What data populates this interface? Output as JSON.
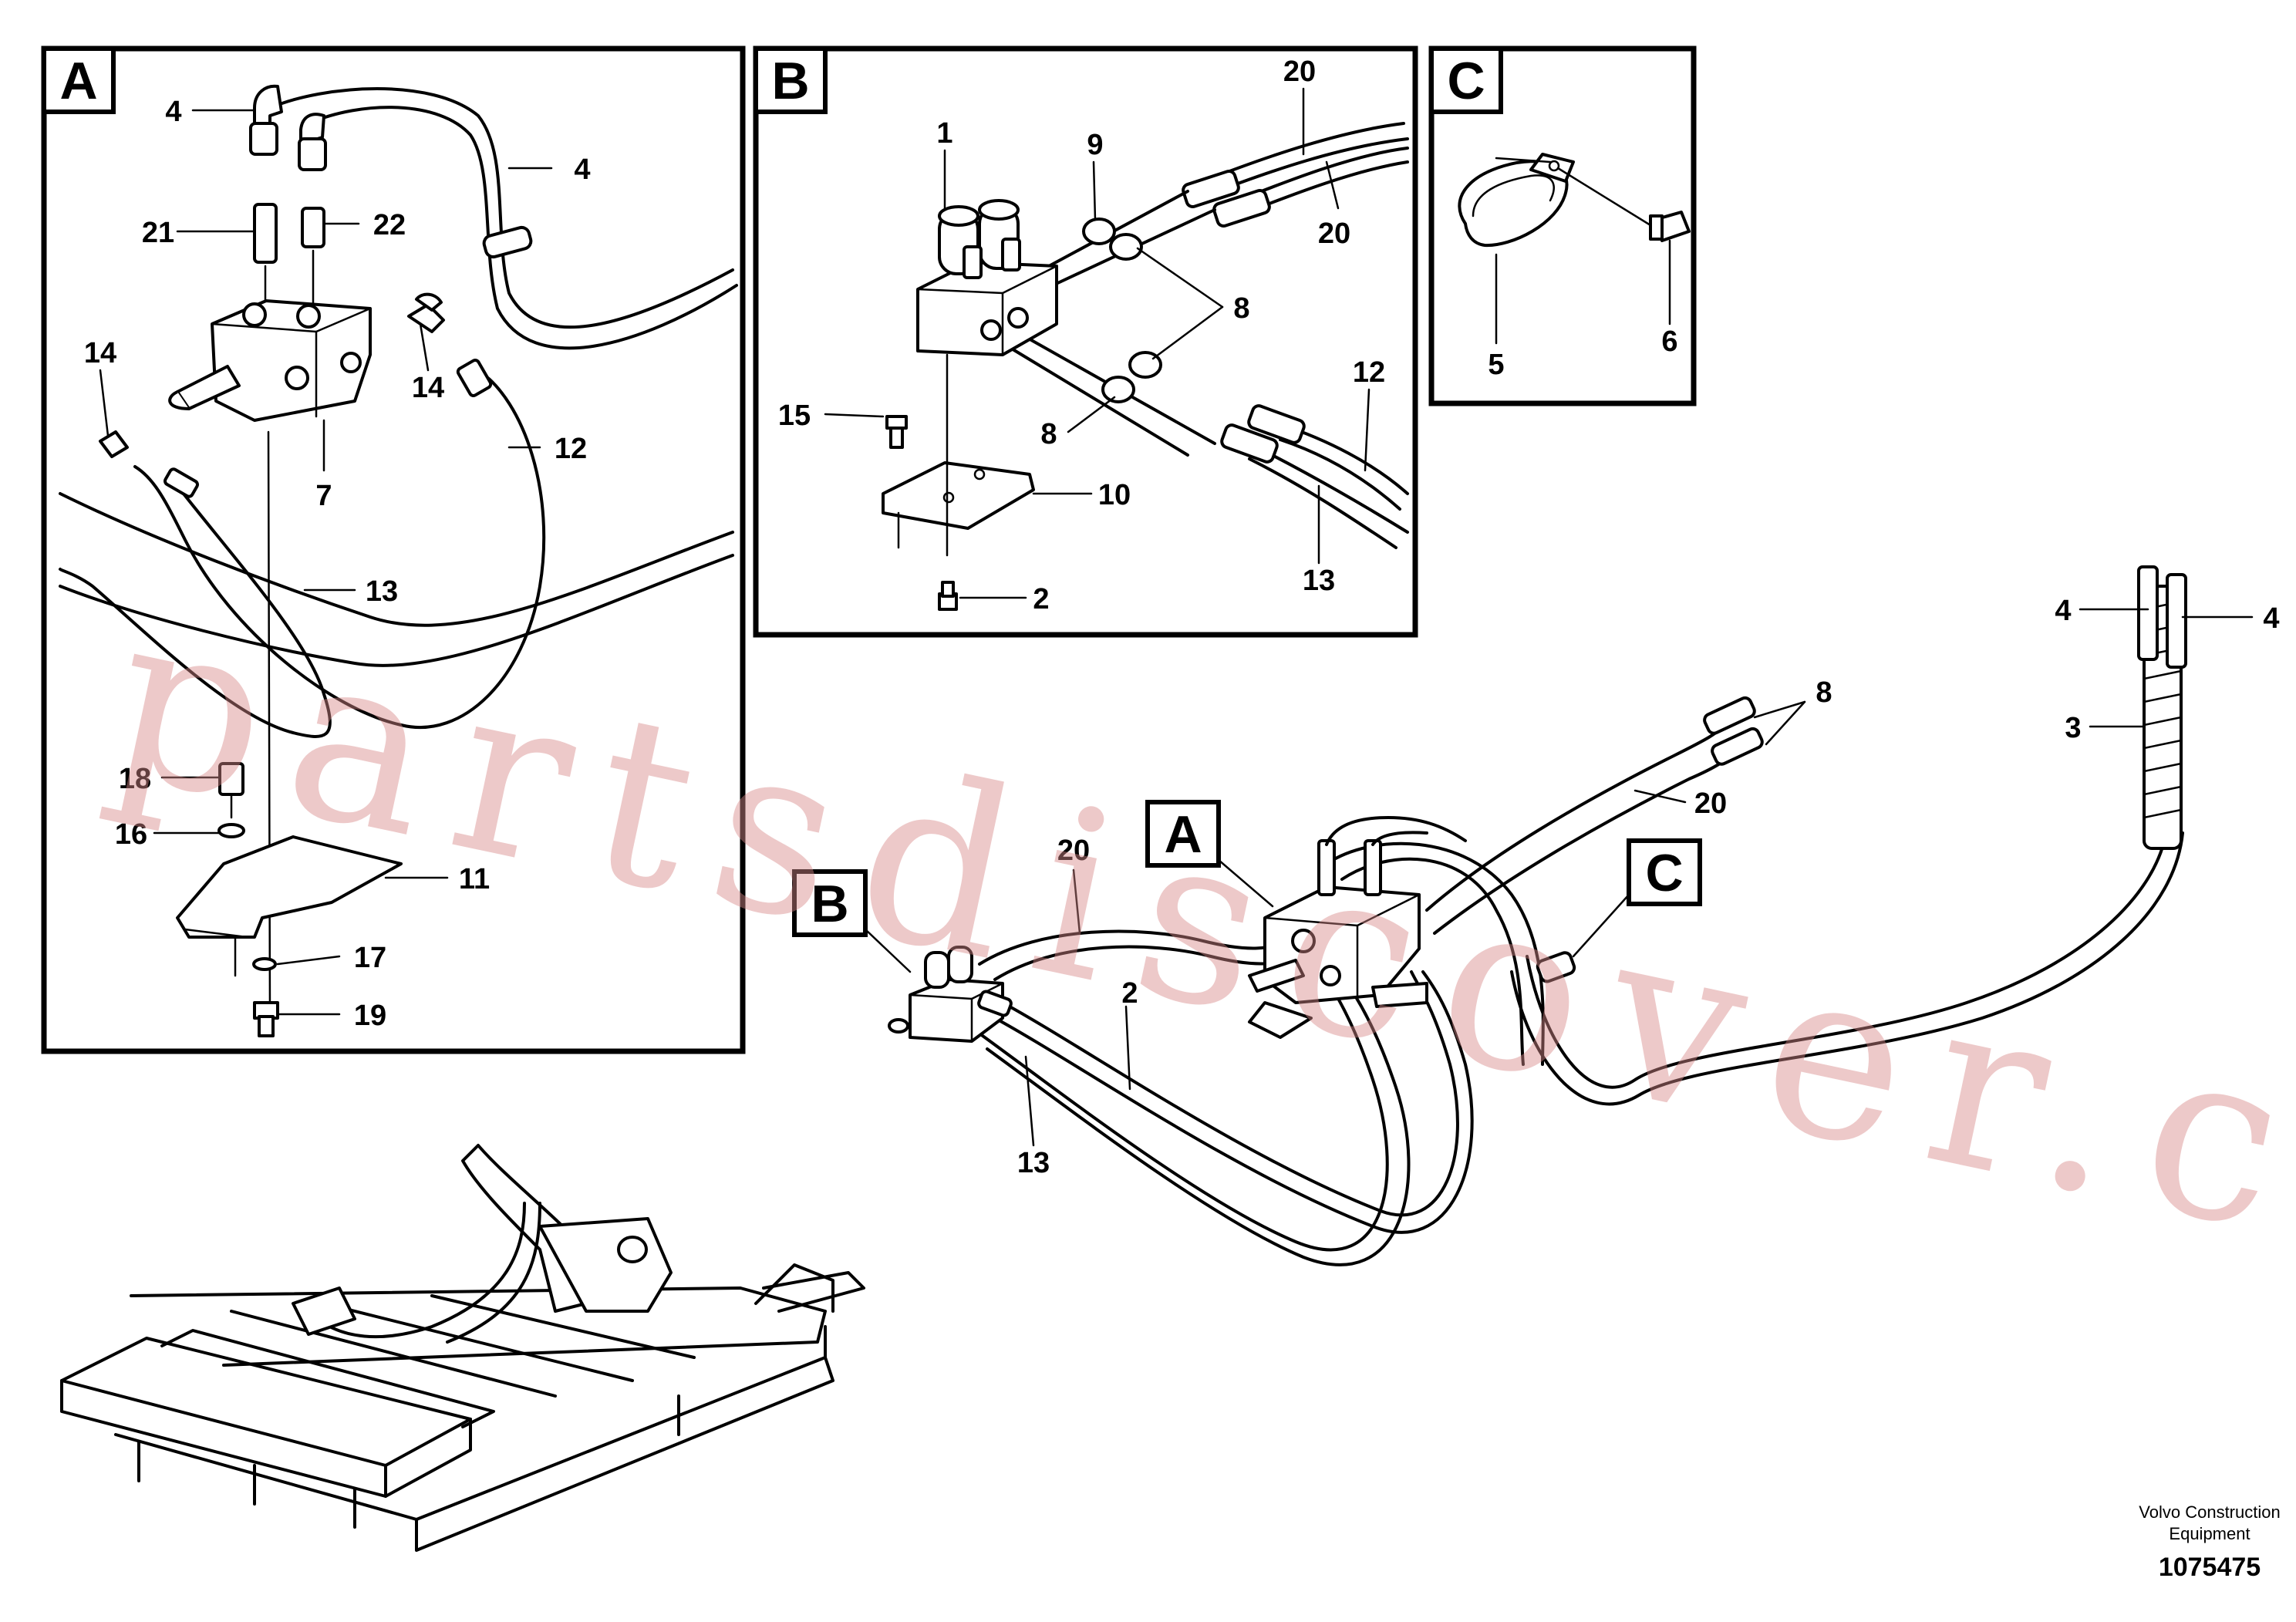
{
  "detail_tags": {
    "A": "A",
    "B": "B",
    "C": "C"
  },
  "callouts": {
    "a_4a": "4",
    "a_4b": "4",
    "a_21": "21",
    "a_22": "22",
    "a_14a": "14",
    "a_14b": "14",
    "a_7": "7",
    "a_12": "12",
    "a_13": "13",
    "a_18": "18",
    "a_16": "16",
    "a_11": "11",
    "a_17": "17",
    "a_19": "19",
    "b_1": "1",
    "b_9": "9",
    "b_20a": "20",
    "b_20b": "20",
    "b_8a": "8",
    "b_8b": "8",
    "b_15": "15",
    "b_10": "10",
    "b_2": "2",
    "b_12": "12",
    "b_13": "13",
    "c_5": "5",
    "c_6": "6",
    "m_4a": "4",
    "m_4b": "4",
    "m_3": "3",
    "m_8": "8",
    "m_20a": "20",
    "m_20b": "20",
    "m_2": "2",
    "m_13": "13"
  },
  "footer": {
    "company_line1": "Volvo Construction",
    "company_line2": "Equipment",
    "drawing_number": "1075475"
  },
  "watermark": "partsdiscover.com"
}
